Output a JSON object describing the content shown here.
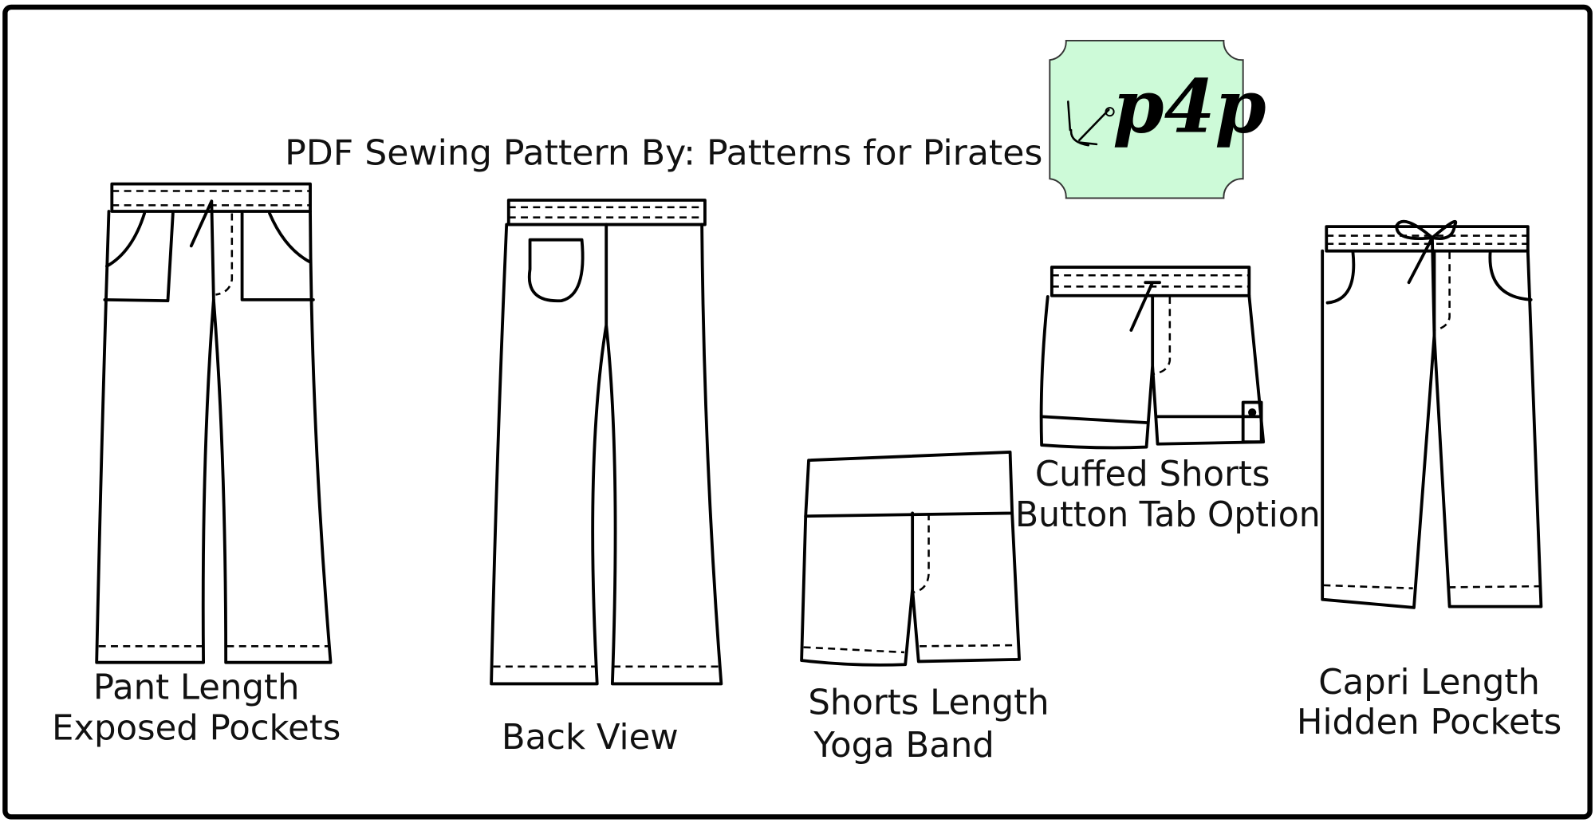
{
  "header": {
    "title": "PDF Sewing Pattern By: Patterns for Pirates"
  },
  "logo": {
    "text": "p4p",
    "background": "#cdfad8",
    "icon": "anchor-icon"
  },
  "garments": [
    {
      "line1": "Pant Length",
      "line2": "Exposed Pockets"
    },
    {
      "line1": "Back View"
    },
    {
      "line1": "Shorts Length",
      "line2": "Yoga Band"
    },
    {
      "line1": "Cuffed Shorts",
      "line2": "Button Tab Option"
    },
    {
      "line1": "Capri Length",
      "line2": "Hidden Pockets"
    }
  ]
}
